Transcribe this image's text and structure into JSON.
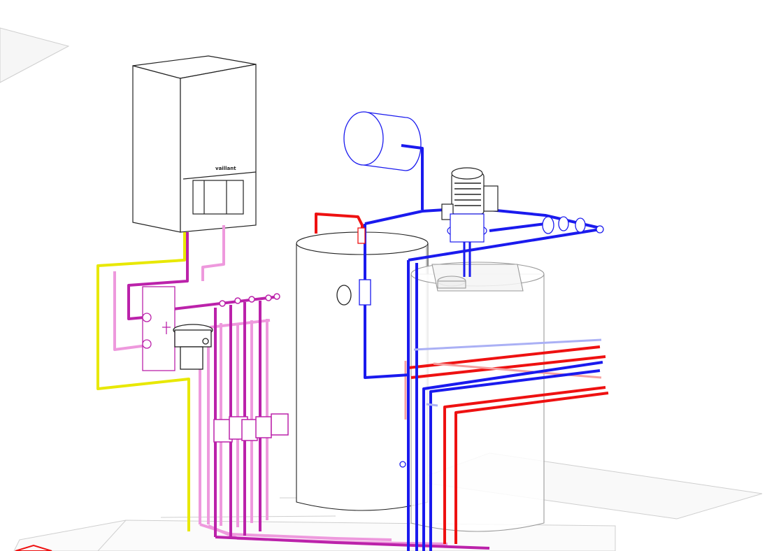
{
  "diagram": {
    "boiler_brand": "vaillant",
    "colors": {
      "flow_red": "#ee1111",
      "return_blue": "#1a1aee",
      "circuit_magenta": "#bb22aa",
      "circuit_pink": "#ee99dd",
      "gas_yellow": "#e8e800",
      "equipment_line": "#222222",
      "ghost_line": "#bbbbbb"
    },
    "components": [
      {
        "id": "wall-boiler",
        "label": ""
      },
      {
        "id": "expansion-vessel",
        "label": ""
      },
      {
        "id": "storage-tank-left",
        "label": ""
      },
      {
        "id": "storage-tank-right",
        "label": ""
      },
      {
        "id": "circulation-pump",
        "label": ""
      },
      {
        "id": "hydraulic-separator",
        "label": ""
      },
      {
        "id": "distribution-manifold",
        "label": ""
      },
      {
        "id": "gas-meter",
        "label": ""
      }
    ]
  }
}
